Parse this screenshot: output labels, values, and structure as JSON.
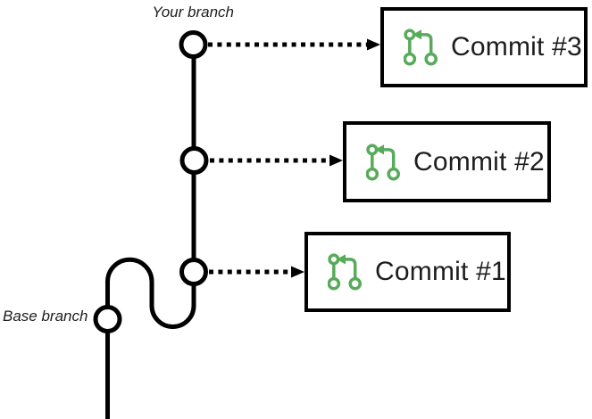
{
  "labels": {
    "your_branch": "Your branch",
    "base_branch": "Base branch"
  },
  "commits": [
    {
      "label": "Commit #3",
      "icon": "git-compare-icon"
    },
    {
      "label": "Commit #2",
      "icon": "git-compare-icon"
    },
    {
      "label": "Commit #1",
      "icon": "git-compare-icon"
    }
  ],
  "graph": {
    "nodes": [
      "your-branch-tip",
      "commit-2-node",
      "commit-1-node",
      "base-branch-node"
    ],
    "arrow_style": "dotted"
  },
  "colors": {
    "line": "#000000",
    "text": "#1d1d1d",
    "accent_green": "#58AB5A",
    "card_bg": "#ffffff",
    "canvas_bg": "#ffffff"
  }
}
